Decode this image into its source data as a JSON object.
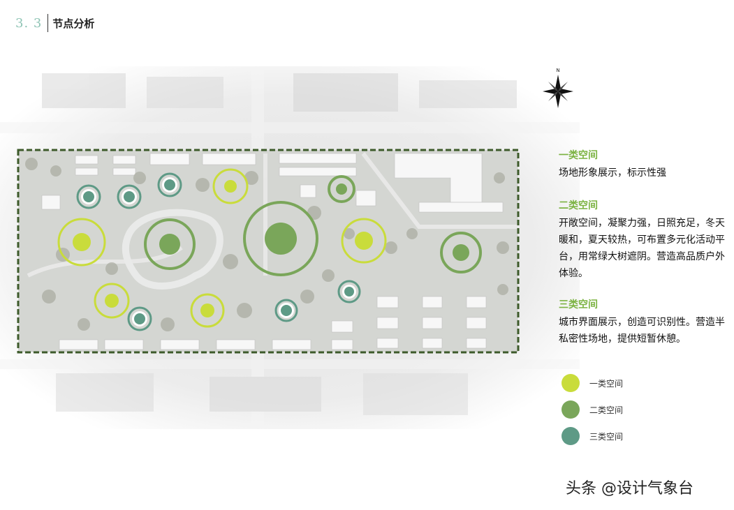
{
  "header": {
    "section_number": "3. 3",
    "section_title": "节点分析"
  },
  "compass": {
    "label": "N",
    "icon": "north-arrow-icon"
  },
  "descriptions": [
    {
      "title": "一类空间",
      "text": "场地形象展示，标示性强"
    },
    {
      "title": "二类空间",
      "text": "开敞空间，凝聚力强，日照充足，冬天暖和，夏天较热，可布置多元化活动平台，用常绿大树遮阴。营造高品质户外体验。"
    },
    {
      "title": "三类空间",
      "text": "城市界面展示，创造可识别性。营造半私密性场地，提供短暂休憩。"
    }
  ],
  "legend": [
    {
      "label": "一类空间",
      "color": "#c9dc3b"
    },
    {
      "label": "二类空间",
      "color": "#7aa65a"
    },
    {
      "label": "三类空间",
      "color": "#5e9a86"
    }
  ],
  "colors": {
    "type1": "#c9dc3b",
    "type2": "#7aa65a",
    "type3": "#5e9a86",
    "boundary": "#3d5a2a"
  },
  "watermark": "头条 @设计气象台"
}
